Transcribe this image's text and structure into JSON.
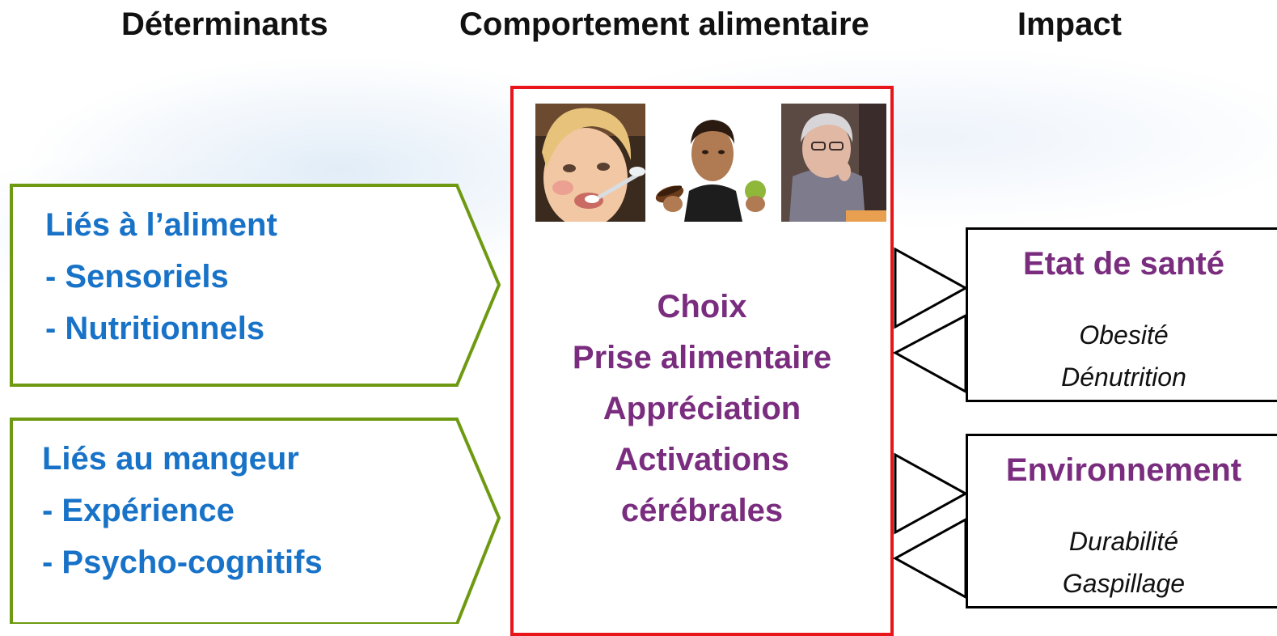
{
  "headers": {
    "determinants": "Déterminants",
    "behaviour": "Comportement alimentaire",
    "impact": "Impact"
  },
  "determinants": [
    {
      "title": "Liés à l’aliment",
      "items": [
        "- Sensoriels",
        "- Nutritionnels"
      ]
    },
    {
      "title": "Liés au mangeur",
      "items": [
        "- Expérience",
        "- Psycho-cognitifs"
      ]
    }
  ],
  "behaviour": {
    "photos": [
      "child-eating-photo",
      "man-with-pastry-and-apple-photo",
      "elderly-woman-eating-photo"
    ],
    "lines": [
      "Choix",
      "Prise alimentaire",
      "Appréciation",
      "Activations",
      "cérébrales"
    ]
  },
  "impacts": [
    {
      "title": "Etat de santé",
      "items": [
        "Obesité",
        "Dénutrition"
      ]
    },
    {
      "title": "Environnement",
      "items": [
        "Durabilité",
        "Gaspillage"
      ]
    }
  ],
  "colors": {
    "determinant_border": "#6e9a12",
    "determinant_text": "#1873c8",
    "center_border": "#e8151b",
    "center_text": "#7a2d7f",
    "impact_title": "#7a2d7f",
    "impact_border": "#000000"
  }
}
